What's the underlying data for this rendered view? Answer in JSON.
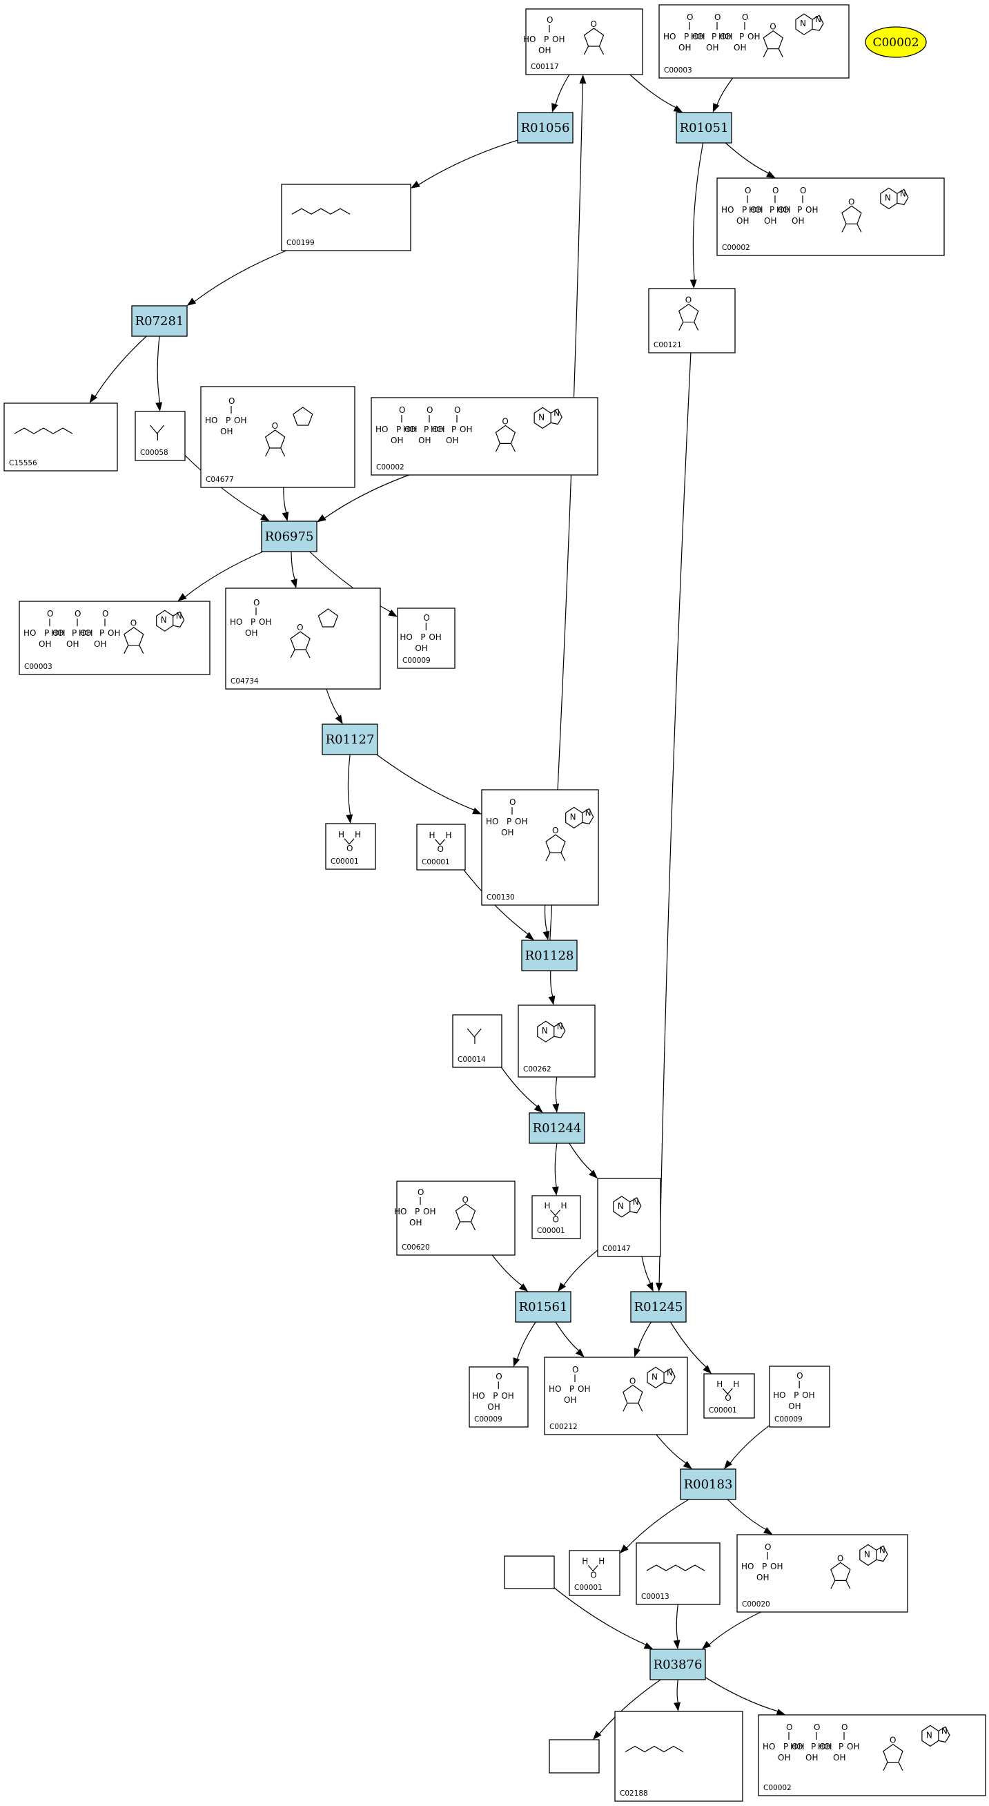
{
  "colors": {
    "reaction_fill": "#add8e6",
    "legend_fill": "#ffff00"
  },
  "legend": {
    "label": "C00002"
  },
  "reactions": [
    {
      "id": "R01056",
      "label": "R01056"
    },
    {
      "id": "R01051",
      "label": "R01051"
    },
    {
      "id": "R07281",
      "label": "R07281"
    },
    {
      "id": "R06975",
      "label": "R06975"
    },
    {
      "id": "R01127",
      "label": "R01127"
    },
    {
      "id": "R01128",
      "label": "R01128"
    },
    {
      "id": "R01244",
      "label": "R01244"
    },
    {
      "id": "R01561",
      "label": "R01561"
    },
    {
      "id": "R01245",
      "label": "R01245"
    },
    {
      "id": "R00183",
      "label": "R00183"
    },
    {
      "id": "R03876",
      "label": "R03876"
    }
  ],
  "compounds": [
    {
      "key": "c00117",
      "label": "C00117"
    },
    {
      "key": "c00003_top",
      "label": "C00003"
    },
    {
      "key": "c00002_a",
      "label": "C00002"
    },
    {
      "key": "c00199",
      "label": "C00199"
    },
    {
      "key": "c00121",
      "label": "C00121"
    },
    {
      "key": "c15556",
      "label": "C15556"
    },
    {
      "key": "c00058",
      "label": "C00058"
    },
    {
      "key": "c04677",
      "label": "C04677"
    },
    {
      "key": "c00002_b",
      "label": "C00002"
    },
    {
      "key": "c00003_mid",
      "label": "C00003"
    },
    {
      "key": "c04734",
      "label": "C04734"
    },
    {
      "key": "c00009_a",
      "label": "C00009"
    },
    {
      "key": "c00001_a",
      "label": "C00001"
    },
    {
      "key": "c00001_b",
      "label": "C00001"
    },
    {
      "key": "c00130",
      "label": "C00130"
    },
    {
      "key": "c00014",
      "label": "C00014"
    },
    {
      "key": "c00262",
      "label": "C00262"
    },
    {
      "key": "c00620",
      "label": "C00620"
    },
    {
      "key": "c00001_c",
      "label": "C00001"
    },
    {
      "key": "c00147",
      "label": "C00147"
    },
    {
      "key": "c00009_b",
      "label": "C00009"
    },
    {
      "key": "c00212",
      "label": "C00212"
    },
    {
      "key": "c00001_d",
      "label": "C00001"
    },
    {
      "key": "c00009_c",
      "label": "C00009"
    },
    {
      "key": "c00001_e",
      "label": "C00001"
    },
    {
      "key": "c00013",
      "label": "C00013"
    },
    {
      "key": "c00020",
      "label": "C00020"
    },
    {
      "key": "unlabeled_a",
      "label": ""
    },
    {
      "key": "unlabeled_b",
      "label": ""
    },
    {
      "key": "c02188",
      "label": "C02188"
    },
    {
      "key": "c00002_c",
      "label": "C00002"
    }
  ]
}
